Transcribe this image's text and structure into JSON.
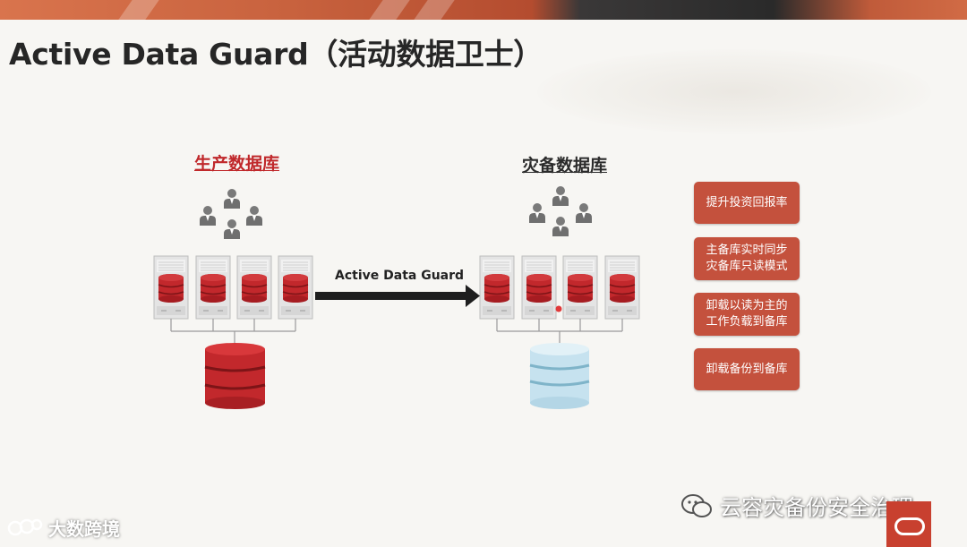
{
  "slide": {
    "title": "Active Data Guard（活动数据卫士）"
  },
  "production": {
    "label": "生产数据库",
    "label_color": "#c0282b",
    "database_color": "#c2282c"
  },
  "standby": {
    "label": "灾备数据库",
    "label_color": "#2b2b2b",
    "database_color": "#c6e2ef"
  },
  "arrow": {
    "label": "Active Data Guard"
  },
  "benefits": [
    {
      "text": "提升投资回报率"
    },
    {
      "text": "主备库实时同步\n灾备库只读模式"
    },
    {
      "text": "卸载以读为主的\n工作负载到备库"
    },
    {
      "text": "卸载备份到备库"
    }
  ],
  "benefit_color": "#c4513d",
  "watermarks": {
    "right": "云容灾备份安全治理",
    "left": "大数跨境"
  }
}
